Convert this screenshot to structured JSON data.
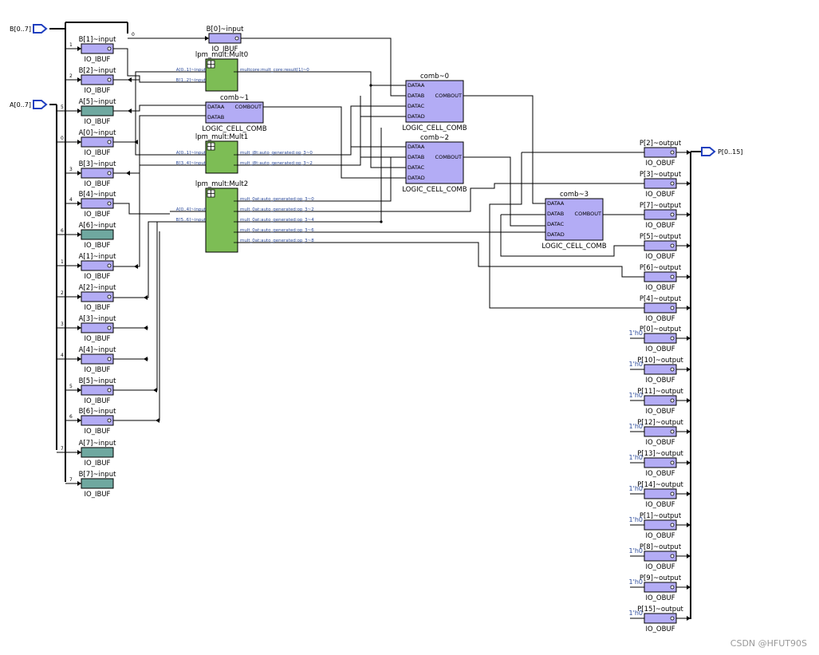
{
  "colors": {
    "ibuf_fill": "#b3acf5",
    "ibuf_unused_fill": "#6fa8a0",
    "obuf_fill": "#b3acf5",
    "lcell_fill": "#b3acf5",
    "mult_fill": "#7dbd55",
    "port_stroke": "#1f3fbf",
    "wire": "#000000",
    "net_label": "#2b4a9a"
  },
  "ports": {
    "b_in": "B[0..7]",
    "a_in": "A[0..7]",
    "p_out": "P[0..15]"
  },
  "bit_tags": {
    "bus_b0": "0",
    "bus_b1": "1",
    "bus_b2": "2",
    "bus_a5": "5",
    "bus_a0": "0",
    "bus_b3": "3",
    "bus_b4": "4",
    "bus_a6": "6",
    "bus_a1": "1",
    "bus_a2": "2",
    "bus_a3": "3",
    "bus_a4": "4",
    "bus_b5": "5",
    "bus_b6": "6",
    "bus_a7": "7",
    "bus_b7": "7"
  },
  "input_buffers": [
    {
      "name": "B[0]~input",
      "type": "IO_IBUF",
      "used": true
    },
    {
      "name": "B[1]~input",
      "type": "IO_IBUF",
      "used": true
    },
    {
      "name": "B[2]~input",
      "type": "IO_IBUF",
      "used": true
    },
    {
      "name": "A[5]~input",
      "type": "IO_IBUF",
      "used": false
    },
    {
      "name": "A[0]~input",
      "type": "IO_IBUF",
      "used": true
    },
    {
      "name": "B[3]~input",
      "type": "IO_IBUF",
      "used": true
    },
    {
      "name": "B[4]~input",
      "type": "IO_IBUF",
      "used": true
    },
    {
      "name": "A[6]~input",
      "type": "IO_IBUF",
      "used": false
    },
    {
      "name": "A[1]~input",
      "type": "IO_IBUF",
      "used": true
    },
    {
      "name": "A[2]~input",
      "type": "IO_IBUF",
      "used": true
    },
    {
      "name": "A[3]~input",
      "type": "IO_IBUF",
      "used": true
    },
    {
      "name": "A[4]~input",
      "type": "IO_IBUF",
      "used": true
    },
    {
      "name": "B[5]~input",
      "type": "IO_IBUF",
      "used": true
    },
    {
      "name": "B[6]~input",
      "type": "IO_IBUF",
      "used": true
    },
    {
      "name": "A[7]~input",
      "type": "IO_IBUF",
      "used": false
    },
    {
      "name": "B[7]~input",
      "type": "IO_IBUF",
      "used": false
    }
  ],
  "multipliers": [
    {
      "name": "lpm_mult:Mult0",
      "inputs": [
        "A[0..1]~input",
        "B[1..2]~input"
      ],
      "outputs": [
        "multcore:mult_core:result[1]~0"
      ]
    },
    {
      "name": "lpm_mult:Mult1",
      "inputs": [
        "A[0..1]~input",
        "B[3..4]~input"
      ],
      "outputs": [
        "mult_j8t:auto_generated:op_3~0",
        "mult_j8t:auto_generated:op_3~2"
      ]
    },
    {
      "name": "lpm_mult:Mult2",
      "inputs": [
        "A[0..4]~input",
        "B[5..6]~input"
      ],
      "outputs": [
        "mult_0at:auto_generated:op_3~0",
        "mult_0at:auto_generated:op_3~2",
        "mult_0at:auto_generated:op_3~4",
        "mult_0at:auto_generated:op_3~6",
        "mult_0at:auto_generated:op_3~8"
      ]
    }
  ],
  "logic_cells": [
    {
      "name": "comb~1",
      "type": "LOGIC_CELL_COMB",
      "inputs": [
        "DATAA",
        "DATAB"
      ],
      "output": "COMBOUT"
    },
    {
      "name": "comb~0",
      "type": "LOGIC_CELL_COMB",
      "inputs": [
        "DATAA",
        "DATAB",
        "DATAC",
        "DATAD"
      ],
      "output": "COMBOUT"
    },
    {
      "name": "comb~2",
      "type": "LOGIC_CELL_COMB",
      "inputs": [
        "DATAA",
        "DATAB",
        "DATAC",
        "DATAD"
      ],
      "output": "COMBOUT"
    },
    {
      "name": "comb~3",
      "type": "LOGIC_CELL_COMB",
      "inputs": [
        "DATAA",
        "DATAB",
        "DATAC",
        "DATAD"
      ],
      "output": "COMBOUT"
    }
  ],
  "output_buffers": [
    {
      "name": "P[2]~output",
      "type": "IO_OBUF",
      "const": ""
    },
    {
      "name": "P[3]~output",
      "type": "IO_OBUF",
      "const": ""
    },
    {
      "name": "P[7]~output",
      "type": "IO_OBUF",
      "const": ""
    },
    {
      "name": "P[5]~output",
      "type": "IO_OBUF",
      "const": ""
    },
    {
      "name": "P[6]~output",
      "type": "IO_OBUF",
      "const": ""
    },
    {
      "name": "P[4]~output",
      "type": "IO_OBUF",
      "const": ""
    },
    {
      "name": "P[0]~output",
      "type": "IO_OBUF",
      "const": "1'h0"
    },
    {
      "name": "P[10]~output",
      "type": "IO_OBUF",
      "const": "1'h0"
    },
    {
      "name": "P[11]~output",
      "type": "IO_OBUF",
      "const": "1'h0"
    },
    {
      "name": "P[12]~output",
      "type": "IO_OBUF",
      "const": "1'h0"
    },
    {
      "name": "P[13]~output",
      "type": "IO_OBUF",
      "const": "1'h0"
    },
    {
      "name": "P[14]~output",
      "type": "IO_OBUF",
      "const": "1'h0"
    },
    {
      "name": "P[1]~output",
      "type": "IO_OBUF",
      "const": "1'h0"
    },
    {
      "name": "P[8]~output",
      "type": "IO_OBUF",
      "const": "1'h0"
    },
    {
      "name": "P[9]~output",
      "type": "IO_OBUF",
      "const": "1'h0"
    },
    {
      "name": "P[15]~output",
      "type": "IO_OBUF",
      "const": "1'h0"
    }
  ],
  "watermark": "CSDN @HFUT90S"
}
